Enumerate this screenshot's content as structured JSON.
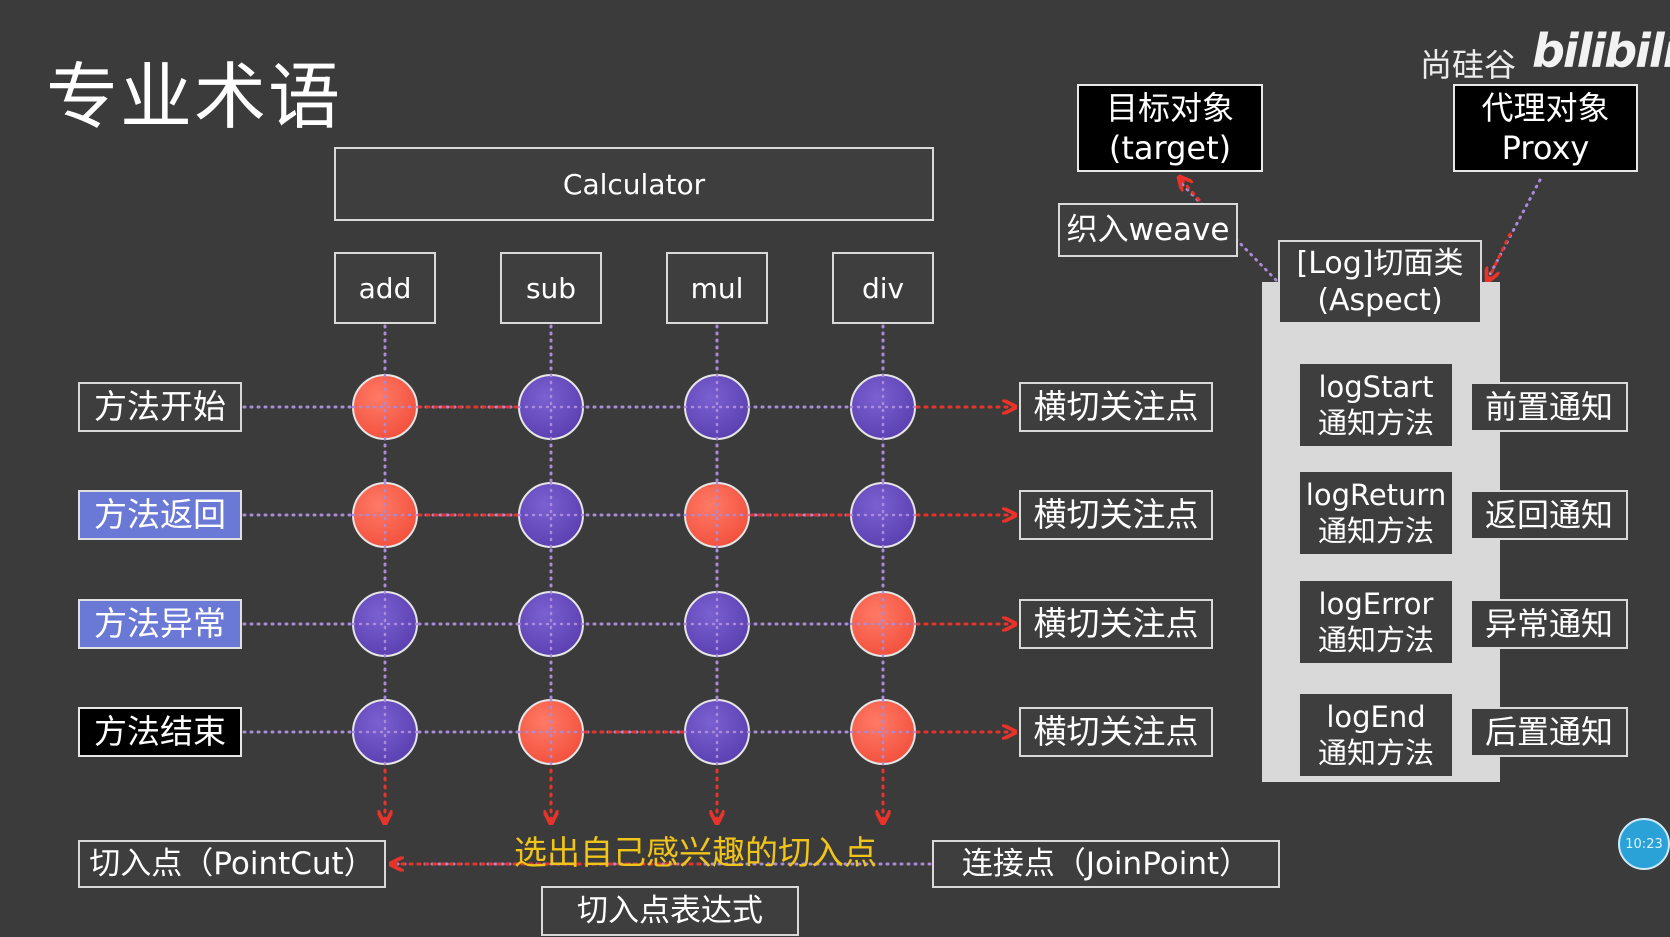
{
  "title": "专业术语",
  "calculator": "Calculator",
  "methods": [
    "add",
    "sub",
    "mul",
    "div"
  ],
  "advice_types": [
    "方法开始",
    "方法返回",
    "方法异常",
    "方法结束"
  ],
  "joinpoint_grid": [
    [
      "red",
      "blue",
      "blue",
      "blue"
    ],
    [
      "red",
      "blue",
      "red",
      "blue"
    ],
    [
      "blue",
      "blue",
      "blue",
      "red"
    ],
    [
      "blue",
      "red",
      "blue",
      "red"
    ]
  ],
  "crosscut_label": "横切关注点",
  "target": {
    "line1": "目标对象",
    "line2": "(target)"
  },
  "proxy": {
    "line1": "代理对象",
    "line2": "Proxy"
  },
  "weave": "织入weave",
  "aspect": {
    "line1": "[Log]切面类",
    "line2": "(Aspect)"
  },
  "notify_methods": [
    {
      "line1": "logStart",
      "line2": "通知方法"
    },
    {
      "line1": "logReturn",
      "line2": "通知方法"
    },
    {
      "line1": "logError",
      "line2": "通知方法"
    },
    {
      "line1": "logEnd",
      "line2": "通知方法"
    }
  ],
  "notices": [
    "前置通知",
    "返回通知",
    "异常通知",
    "后置通知"
  ],
  "pointcut": "切入点（PointCut）",
  "joinpoint": "连接点（JoinPoint）",
  "select_text": "选出自己感兴趣的切入点",
  "expression": "切入点表达式",
  "watermark": "尚硅谷",
  "bilibili": "bilibili",
  "timestamp": "10:23",
  "colors": {
    "red": "#f2503c",
    "blue": "#5a3fb0",
    "arrow": "#e8332a",
    "dots": "#a98bd8",
    "blue_label": "#6a78d6"
  }
}
